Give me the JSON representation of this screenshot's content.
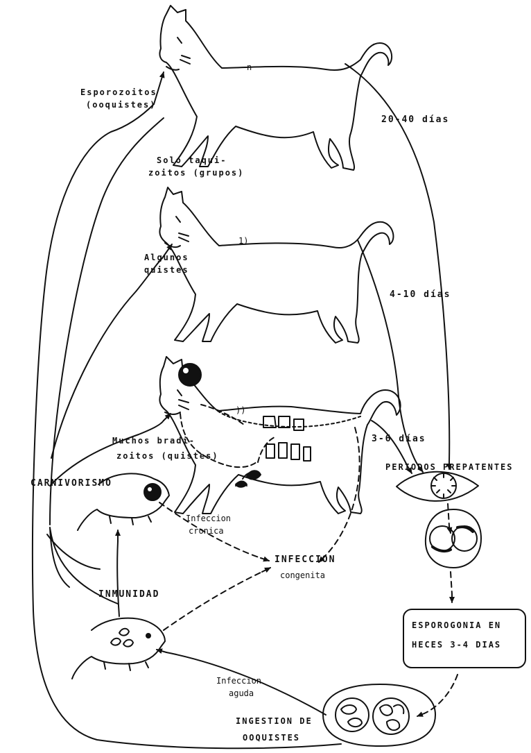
{
  "labels": {
    "esporozoitos_1": "Esporozoitos",
    "esporozoitos_2": "(ooquistes)",
    "solo_1": "Solo taqui-",
    "solo_2": "zoitos (grupos)",
    "days_20_40": "20-40 días",
    "algunos_1": "Algunos",
    "algunos_2": "quistes",
    "days_4_10": "4-10 días",
    "muchos_1": "Muchos bradi-",
    "muchos_2": "zoitos (quistes)",
    "days_3_6": "3-6 días",
    "carnivorismo": "CARNIVORISMO",
    "periodos": "PERIODOS PREPATENTES",
    "infeccion_cronica_1": "Infeccion",
    "infeccion_cronica_2": "cronica",
    "infeccion_congenita_1": "INFECCION",
    "infeccion_congenita_2": "congenita",
    "inmunidad": "INMUNIDAD",
    "esporogonia_1": "ESPOROGONIA EN",
    "esporogonia_2": "HECES 3-4 DIAS",
    "infeccion_aguda_1": "Infeccion",
    "infeccion_aguda_2": "aguda",
    "ingestion_1": "INGESTION DE",
    "ingestion_2": "OOQUISTES",
    "cat_mark_1": "n",
    "cat_mark_2": "1)",
    "cat_mark_3": "))"
  }
}
